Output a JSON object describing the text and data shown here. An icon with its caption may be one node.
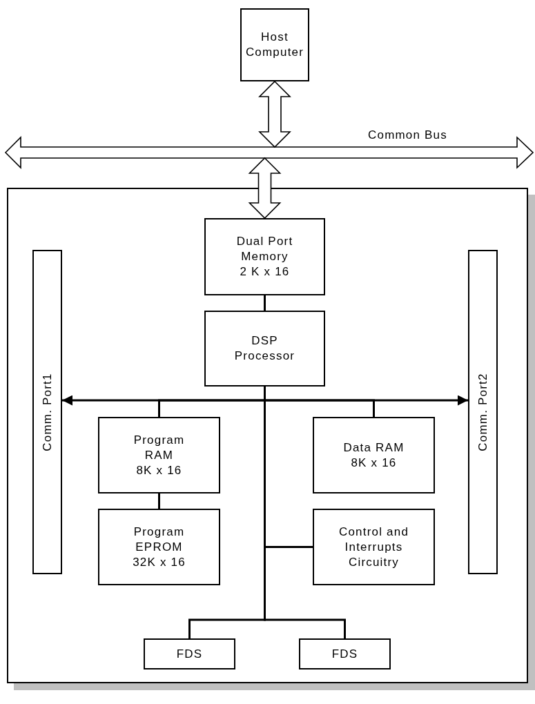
{
  "diagram": {
    "nodes": [
      {
        "text": [
          "Host Computer"
        ]
      },
      {
        "text": [
          "Common Bus"
        ]
      },
      {
        "text": [],
        "shape": "box"
      },
      {
        "text": [
          "Dual Port Memory",
          "2 K x 16"
        ],
        "in": 2
      },
      {
        "text": [
          "DSP Processor"
        ],
        "in": 2
      },
      {
        "text": [
          "Comm. Port1"
        ],
        "in": 2
      },
      {
        "text": [
          "Comm. Port2"
        ],
        "in": 2
      },
      {
        "text": [
          "Program RAM",
          "8K x 16"
        ],
        "in": 2
      },
      {
        "text": [
          "Program EPROM",
          "32K x 16"
        ],
        "in": 2
      },
      {
        "text": [
          "Data RAM",
          "8K x 16"
        ],
        "in": 2
      },
      {
        "text": [
          "Control and Interrupts Circuitry"
        ],
        "in": 2
      },
      {
        "text": [
          "FDS"
        ],
        "in": 2
      },
      {
        "text": [
          "FDS"
        ],
        "in": 2
      }
    ],
    "edges": [
      {
        "from": 0,
        "to": 1,
        "arrow": "both",
        "style": "thick"
      },
      {
        "from": 1,
        "to": 3,
        "arrow": "both",
        "style": "thick"
      },
      {
        "from": 3,
        "to": 4,
        "arrow": "none"
      },
      {
        "from": 4,
        "to": 5,
        "arrow": "to"
      },
      {
        "from": 4,
        "to": 6,
        "arrow": "to"
      },
      {
        "from": 4,
        "to": 7,
        "arrow": "none"
      },
      {
        "from": 4,
        "to": 9,
        "arrow": "none"
      },
      {
        "from": 7,
        "to": 8,
        "arrow": "none"
      },
      {
        "from": 4,
        "to": 10,
        "arrow": "none"
      },
      {
        "from": 4,
        "to": 11,
        "arrow": "none"
      },
      {
        "from": 4,
        "to": 12,
        "arrow": "none"
      }
    ]
  }
}
